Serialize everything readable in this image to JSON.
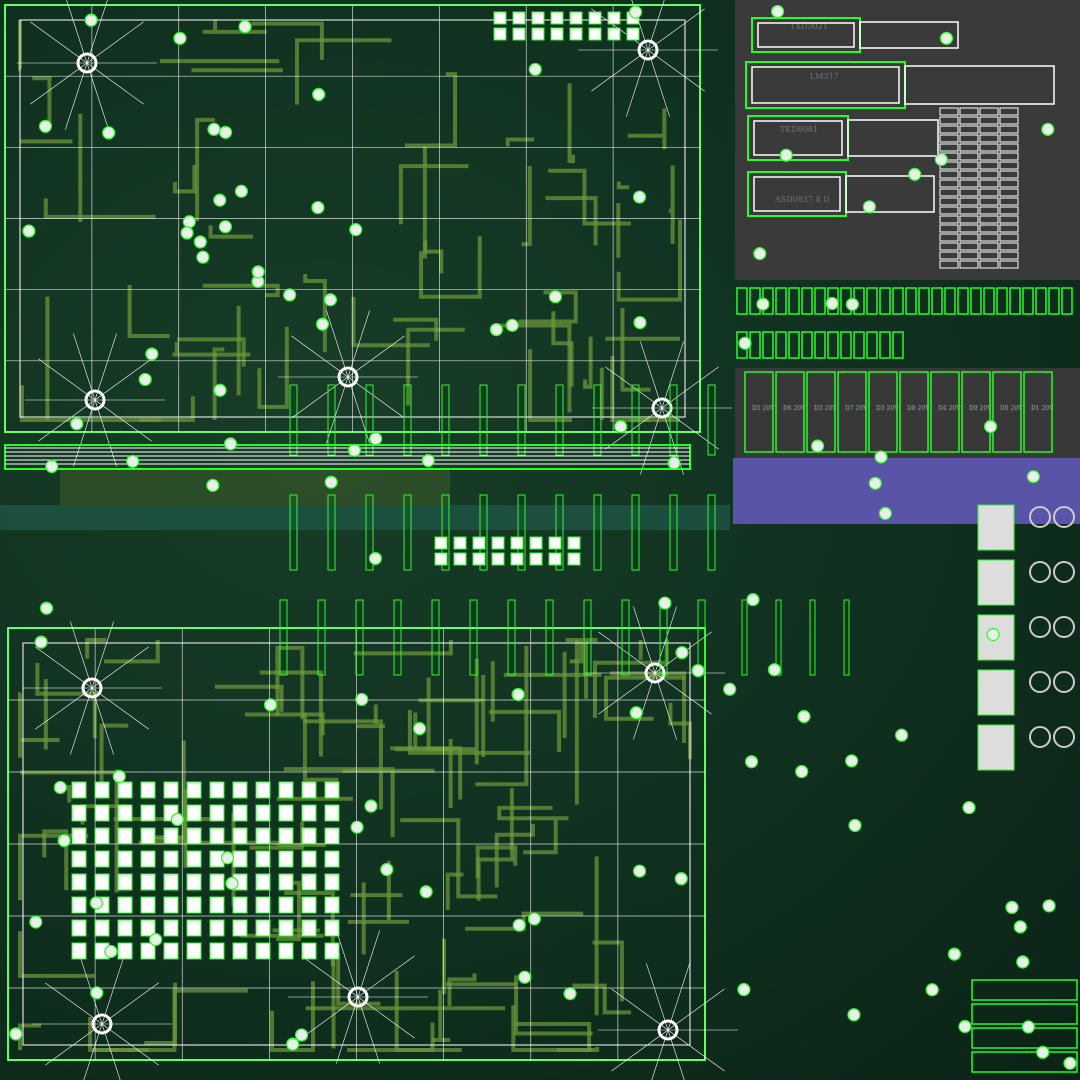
{
  "texture": {
    "background_color": "#10301f",
    "wire_color": "#ffffff",
    "outline_color": "#22ff22",
    "trace_color": "#6f9a3a",
    "panel_gray": "#3a3a3a",
    "panel_purple": "#5a54a8"
  },
  "chips": [
    {
      "label": "TXD3021"
    },
    {
      "label": "LM317"
    },
    {
      "label": "TKD8081"
    },
    {
      "label": "ASD0837 8 D"
    }
  ],
  "diodes": [
    "D5 20V",
    "D6 20V",
    "D3 20V",
    "D7 20V",
    "D3 20V",
    "D8 20V",
    "D4 20V",
    "D9 20V",
    "D0 20V",
    "D1 20V"
  ]
}
